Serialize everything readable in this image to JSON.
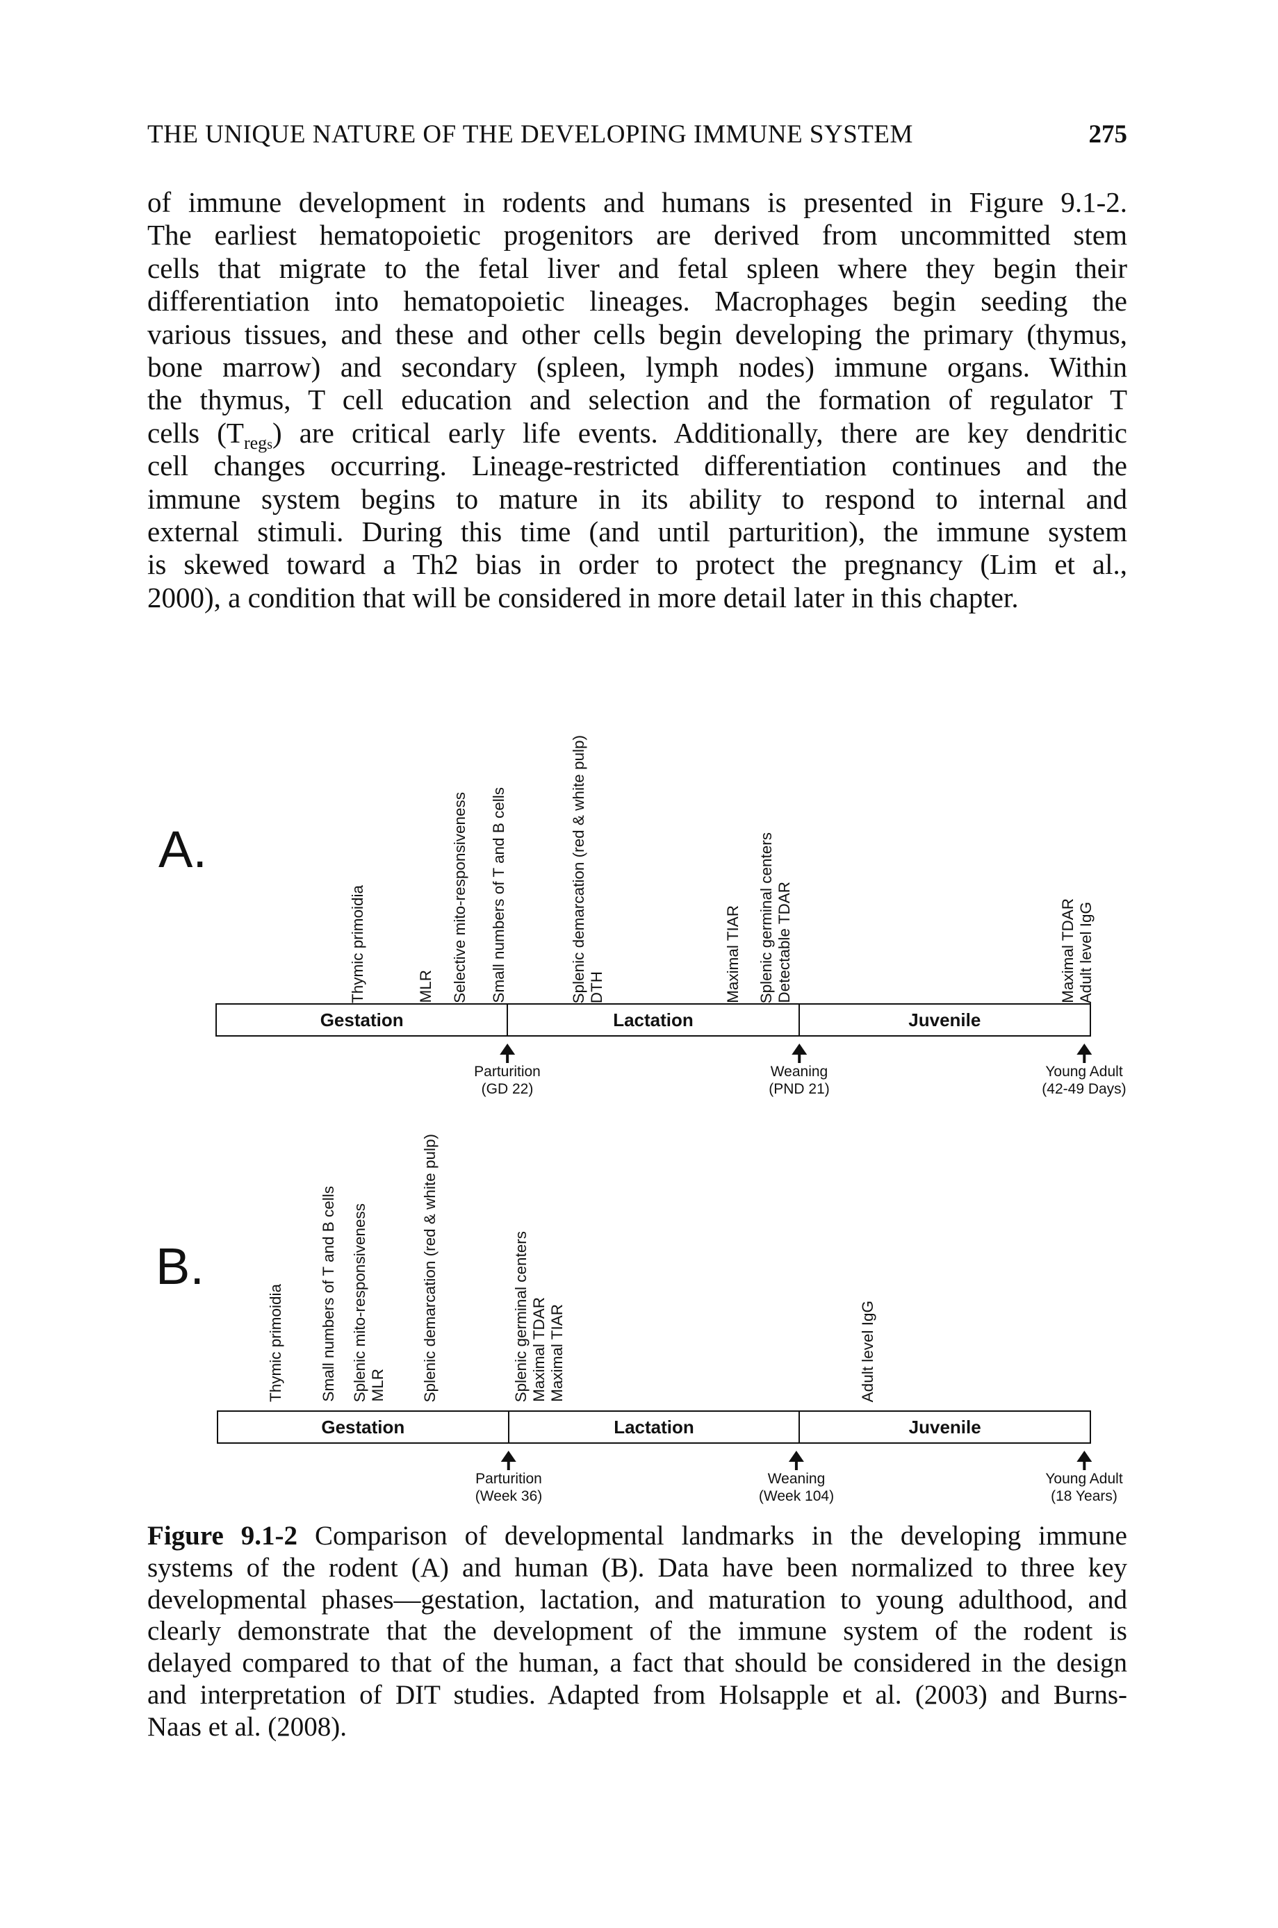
{
  "running_head": {
    "title": "THE UNIQUE NATURE OF THE DEVELOPING IMMUNE SYSTEM",
    "page_number": "275"
  },
  "body_lines": [
    "of immune development in rodents and humans is presented in Figure 9.1-2.",
    "The earliest hematopoietic progenitors are derived from uncommitted stem",
    "cells that migrate to the fetal liver and fetal spleen where they begin their",
    "differentiation into hematopoietic lineages. Macrophages begin seeding the",
    "various tissues, and these and other cells begin developing the primary (thymus,",
    "bone marrow) and secondary (spleen, lymph nodes) immune organs. Within",
    "the thymus, T cell education and selection and the formation of regulator T",
    {
      "pre": "cells (T",
      "sub": "reg",
      "subsub": "s",
      "post": ") are critical early life events. Additionally, there are key dendritic"
    },
    "cell changes occurring. Lineage-restricted differentiation continues and the",
    "immune system begins to mature in its ability to respond to internal and",
    "external stimuli. During this time (and until parturition), the immune system",
    "is skewed toward a Th2 bias in order to protect the pregnancy (Lim et al.,",
    "2000), a condition that will be considered in more detail later in this chapter."
  ],
  "figure": {
    "panels": [
      {
        "letter": "A.",
        "landmark_groups": [
          [
            "Thymic primoidia"
          ],
          [
            "MLR"
          ],
          [
            "Selective mito-responsiveness"
          ],
          [
            "Small numbers of T and B cells"
          ],
          [
            "Splenic demarcation (red & white pulp)",
            "DTH"
          ],
          [
            "Maximal TIAR"
          ],
          [
            "Splenic germinal centers",
            "Detectable TDAR"
          ],
          [
            "Maximal TDAR",
            "Adult level IgG"
          ]
        ],
        "phases": [
          "Gestation",
          "Lactation",
          "Juvenile"
        ],
        "milestones": [
          {
            "label": "Parturition",
            "sub": "(GD 22)"
          },
          {
            "label": "Weaning",
            "sub": "(PND 21)"
          },
          {
            "label": "Young Adult",
            "sub": "(42-49 Days)"
          }
        ]
      },
      {
        "letter": "B.",
        "landmark_groups": [
          [
            "Thymic primoidia"
          ],
          [
            "Small numbers of T and B cells"
          ],
          [
            "Splenic mito-responsiveness",
            "MLR"
          ],
          [
            "Splenic demarcation (red & white pulp)"
          ],
          [
            "Splenic germinal centers",
            "Maximal TDAR",
            "Maximal TIAR"
          ],
          [
            "Adult level IgG"
          ]
        ],
        "phases": [
          "Gestation",
          "Lactation",
          "Juvenile"
        ],
        "milestones": [
          {
            "label": "Parturition",
            "sub": "(Week 36)"
          },
          {
            "label": "Weaning",
            "sub": "(Week 104)"
          },
          {
            "label": "Young Adult",
            "sub": "(18 Years)"
          }
        ]
      }
    ],
    "caption": {
      "label": "Figure 9.1-2",
      "lines": [
        "Comparison of developmental landmarks in the developing immune",
        "systems of the rodent (A) and human (B). Data have been normalized to three key",
        "developmental phases—gestation, lactation, and maturation to young adulthood, and",
        "clearly demonstrate that the development of the immune system of the rodent is",
        "delayed compared to that of the human, a fact that should be considered in the design",
        "and interpretation of DIT studies. Adapted from Holsapple et al. (2003) and Burns-",
        "Naas et al. (2008)."
      ]
    }
  }
}
